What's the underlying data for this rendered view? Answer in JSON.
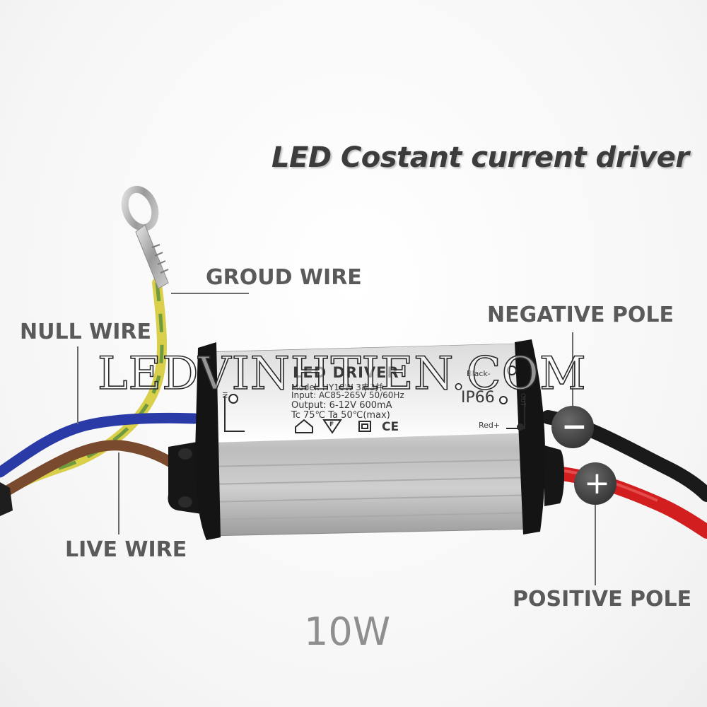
{
  "headline": "LED Costant current driver",
  "wattage": "10W",
  "watermark": "LEDVINHTIEN.COM",
  "callouts": {
    "ground_wire": "GROUD WIRE",
    "null_wire": "NULL WIRE",
    "live_wire": "LIVE WIRE",
    "negative_pole": "NEGATIVE POLE",
    "positive_pole": "POSITIVE POLE"
  },
  "device_label": {
    "title": "LED DRIVER",
    "model": "Model: HY10W  3串3并",
    "input": "Input: AC85-265V  50/60Hz",
    "output": "Output: 6-12V  600mA",
    "temps": "Tc 75℃    Ta 50℃(max)",
    "rating": "IP66",
    "in_marker": "IN",
    "out_marker": "OUT",
    "black_terminal": "Black-",
    "red_terminal": "Red+",
    "ce_mark": "CE",
    "f_mark": "F"
  },
  "pole_symbols": {
    "negative": "−",
    "positive": "+"
  },
  "colors": {
    "housing": "#c8c8c8",
    "housing_highlight": "#efefef",
    "end_cap": "#141414",
    "blue_wire": "#2a3aa6",
    "brown_wire": "#7a4a2e",
    "ground_wire_yellow": "#d9cf4a",
    "ground_wire_green": "#6f9a3e",
    "black_wire": "#1a1a1a",
    "red_wire": "#d21e1e",
    "pole_badge": "#4a4a4a",
    "leader_line": "#666666"
  }
}
